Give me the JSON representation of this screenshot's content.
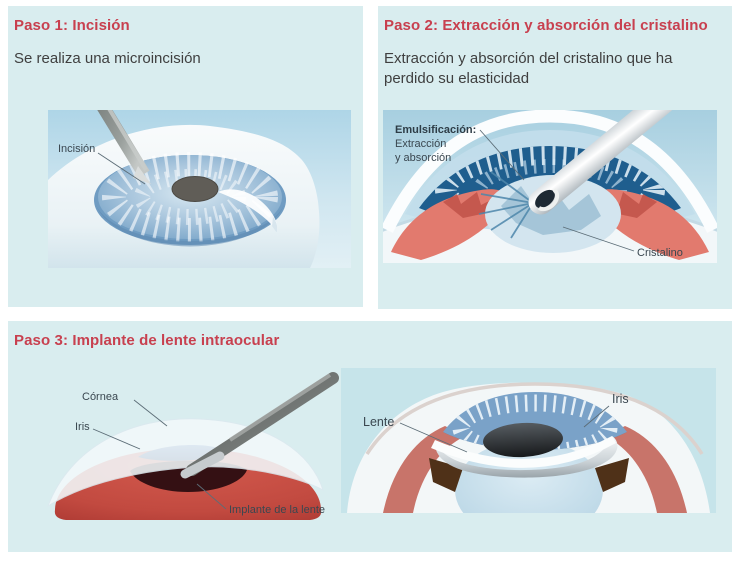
{
  "colors": {
    "panel_bg": "#d9edef",
    "heading": "#c8404f",
    "body_text": "#3f3f3f",
    "label_text": "#3a4750"
  },
  "panels": {
    "step1": {
      "title": "Paso 1: Incisión",
      "description": "Se realiza una microincisión",
      "diagram": {
        "label_incision": "Incisión"
      }
    },
    "step2": {
      "title": "Paso 2: Extracción y absorción del cristalino",
      "description": "Extracción y absorción del cristalino que ha perdido su elasticidad",
      "diagram": {
        "label_emulsification_title": "Emulsificación:",
        "label_emulsification_line2": "Extracción",
        "label_emulsification_line3": "y absorción",
        "label_cristalino": "Cristalino"
      }
    },
    "step3": {
      "title": "Paso 3: Implante de lente intraocular",
      "diagram_left": {
        "label_cornea": "Córnea",
        "label_iris": "Iris",
        "label_implant": "Implante de la lente"
      },
      "diagram_right": {
        "label_lens": "Lente",
        "label_iris": "Iris"
      }
    }
  }
}
